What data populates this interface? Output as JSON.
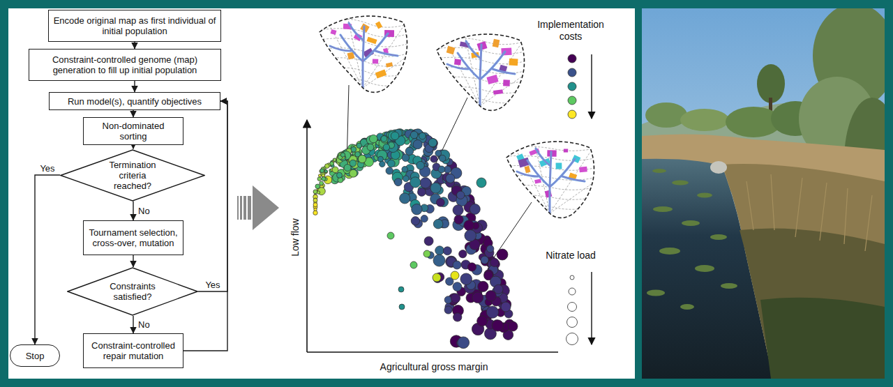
{
  "diagram": {
    "nodes": [
      {
        "text": [
          "Encode original map as first individual of initial population"
        ]
      },
      {
        "text": [
          "Constraint-controlled genome (map) generation to fill up initial population"
        ]
      },
      {
        "text": [
          "Run model(s), quantify objectives"
        ]
      },
      {
        "text": [
          "Non-dominated sorting"
        ]
      },
      {
        "text": [
          "Termination criteria reached?"
        ]
      },
      {
        "text": [
          "Tournament selection, cross-over, mutation"
        ]
      },
      {
        "text": [
          "Constraints satisfied?"
        ]
      },
      {
        "text": [
          "Constraint-controlled repair mutation"
        ]
      },
      {
        "text": [
          "Stop"
        ]
      }
    ],
    "edges": [
      {
        "from": 0,
        "to": 1,
        "arrow": "to"
      },
      {
        "from": 1,
        "to": 2,
        "arrow": "to"
      },
      {
        "from": 2,
        "to": 3,
        "arrow": "to"
      },
      {
        "from": 3,
        "to": 4,
        "arrow": "to"
      },
      {
        "from": 4,
        "to": 8,
        "label": "Yes",
        "arrow": "to"
      },
      {
        "from": 4,
        "to": 5,
        "label": "No",
        "arrow": "to"
      },
      {
        "from": 5,
        "to": 6,
        "arrow": "to"
      },
      {
        "from": 6,
        "to": 2,
        "label": "Yes",
        "arrow": "to"
      },
      {
        "from": 6,
        "to": 7,
        "label": "No",
        "arrow": "to"
      },
      {
        "from": 7,
        "to": 2,
        "arrow": "to"
      }
    ],
    "labels": [
      "Low flow",
      "Agricultural gross margin",
      "Implementation costs",
      "Nitrate load"
    ]
  }
}
